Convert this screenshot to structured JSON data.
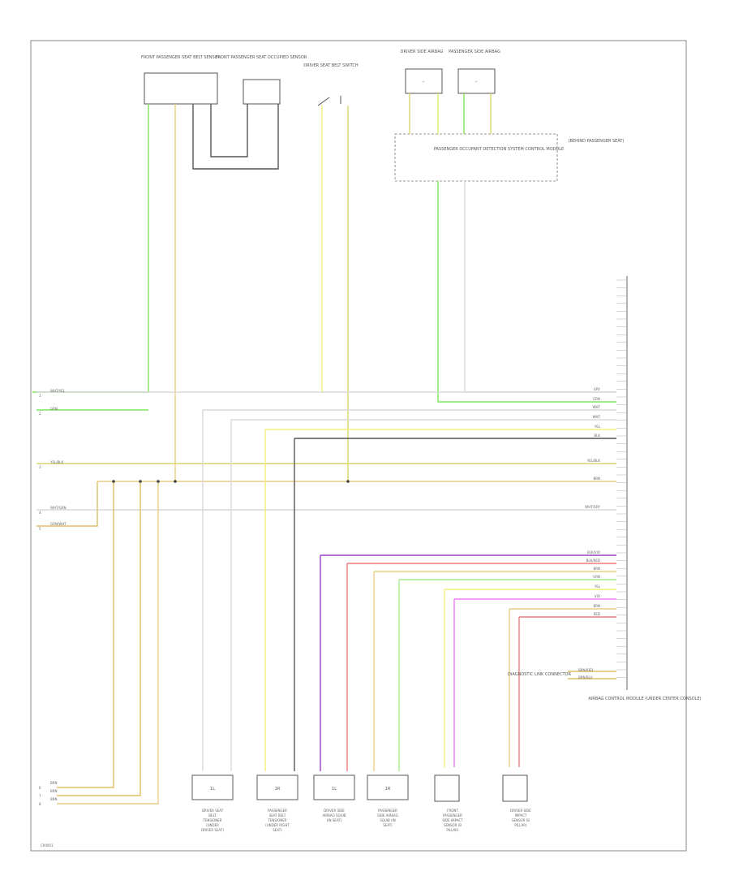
{
  "colors": {
    "green": "#7fe35a",
    "lime": "#d9f06a",
    "yellow": "#f3f07a",
    "olive": "#d8d66a",
    "gold": "#e2c063",
    "tan": "#e8cf86",
    "white": "#d9d9d9",
    "gray": "#8c8c8c",
    "darkgray": "#555555",
    "purple": "#9a3fc7",
    "pink": "#f07a7a",
    "magenta": "#f07af0",
    "lightgreen": "#a7ee8f"
  },
  "sheet_id": "C00001",
  "top_components": [
    {
      "id": "comp-1",
      "label": "FRONT PASSENGER SEAT BELT SENSOR"
    },
    {
      "id": "comp-2",
      "label": "FRONT PASSENGER SEAT OCCUPIED SENSOR"
    },
    {
      "id": "comp-3",
      "label": "DRIVER SEAT BELT SWITCH"
    },
    {
      "id": "comp-4",
      "label": "DRIVER SIDE AIRBAG"
    },
    {
      "id": "comp-5",
      "label": "PASSENGER SIDE AIRBAG"
    }
  ],
  "control_module_label": "PASSENGER OCCUPANT DETECTION SYSTEM CONTROL MODULE",
  "control_module_side_label": "(BEHIND PASSENGER SEAT)",
  "airbag_module_label": "AIRBAG CONTROL MODULE (UNDER CENTER CONSOLE)",
  "left_terminals": [
    "1",
    "2",
    "3",
    "4",
    "5",
    "6",
    "7",
    "8"
  ],
  "left_wire_labels": [
    "WHT/YEL",
    "GRN",
    "YEL/BLK",
    "WHT/GRN",
    "GRN/WHT",
    "BRN",
    "BRN",
    "BRN"
  ],
  "right_wire_labels": [
    "GRY",
    "GRN",
    "WHT",
    "WHT",
    "YEL",
    "BLK",
    "YEL/BLK",
    "BRN",
    "WHT/GRY",
    "BLK/VIO",
    "BLK/RED",
    "BRN",
    "GRN",
    "YEL",
    "VIO",
    "BRN",
    "RED"
  ],
  "aux_connector_label": "DIAGNOSTIC LINK CONNECTOR",
  "aux_wire_labels": [
    "BRN/RED",
    "BRN/BLU"
  ],
  "bottom_components": [
    {
      "id": "bc-1",
      "glyph": "1L",
      "label": "DRIVER SEAT BELT TENSIONER (UNDER DRIVER SEAT)"
    },
    {
      "id": "bc-2",
      "glyph": "1R",
      "label": "PASSENGER SEAT BELT TENSIONER (UNDER RIGHT SEAT)"
    },
    {
      "id": "bc-3",
      "glyph": "1L",
      "label": "DRIVER SIDE AIRBAG SQUIB (IN SEAT)"
    },
    {
      "id": "bc-4",
      "glyph": "1R",
      "label": "PASSENGER SIDE AIRBAG SQUIB (IN SEAT)"
    },
    {
      "id": "bc-5",
      "glyph": "",
      "label": "FRONT PASSENGER SIDE IMPACT SENSOR (B PILLAR)"
    },
    {
      "id": "bc-6",
      "glyph": "",
      "label": "DRIVER SIDE IMPACT SENSOR (B PILLAR)"
    }
  ]
}
